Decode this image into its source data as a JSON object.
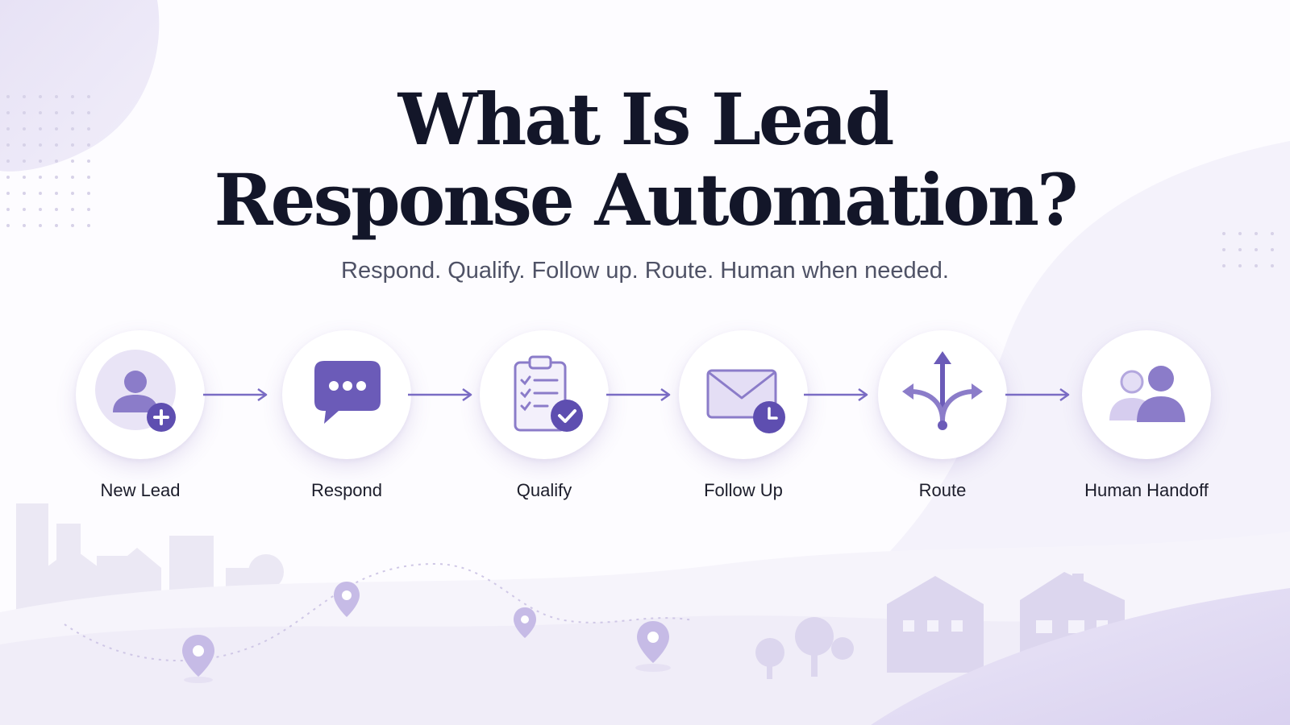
{
  "title": {
    "line1": "What Is Lead",
    "line2": "Response Automation?"
  },
  "subtitle": "Respond. Qualify. Follow up. Route. Human when needed.",
  "steps": [
    {
      "label": "New Lead",
      "icon": "add-user-icon"
    },
    {
      "label": "Respond",
      "icon": "chat-bubble-icon"
    },
    {
      "label": "Qualify",
      "icon": "clipboard-check-icon"
    },
    {
      "label": "Follow Up",
      "icon": "envelope-clock-icon"
    },
    {
      "label": "Route",
      "icon": "route-split-icon"
    },
    {
      "label": "Human Handoff",
      "icon": "people-icon"
    }
  ],
  "colors": {
    "accent": "#6b5bb8",
    "accent_light": "#b7addf",
    "title": "#131629",
    "subtitle": "#4f5266",
    "label": "#1c1d2b"
  }
}
